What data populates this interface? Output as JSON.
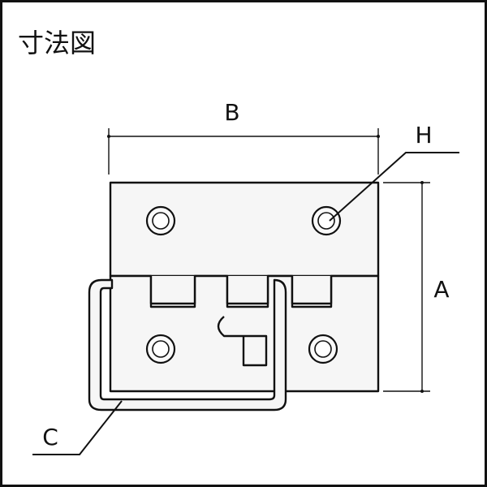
{
  "title": "寸法図",
  "labels": {
    "B": "B",
    "H": "H",
    "A": "A",
    "C": "C"
  },
  "colors": {
    "line": "#111111",
    "fill": "#f6f6f6",
    "background": "#ffffff"
  }
}
